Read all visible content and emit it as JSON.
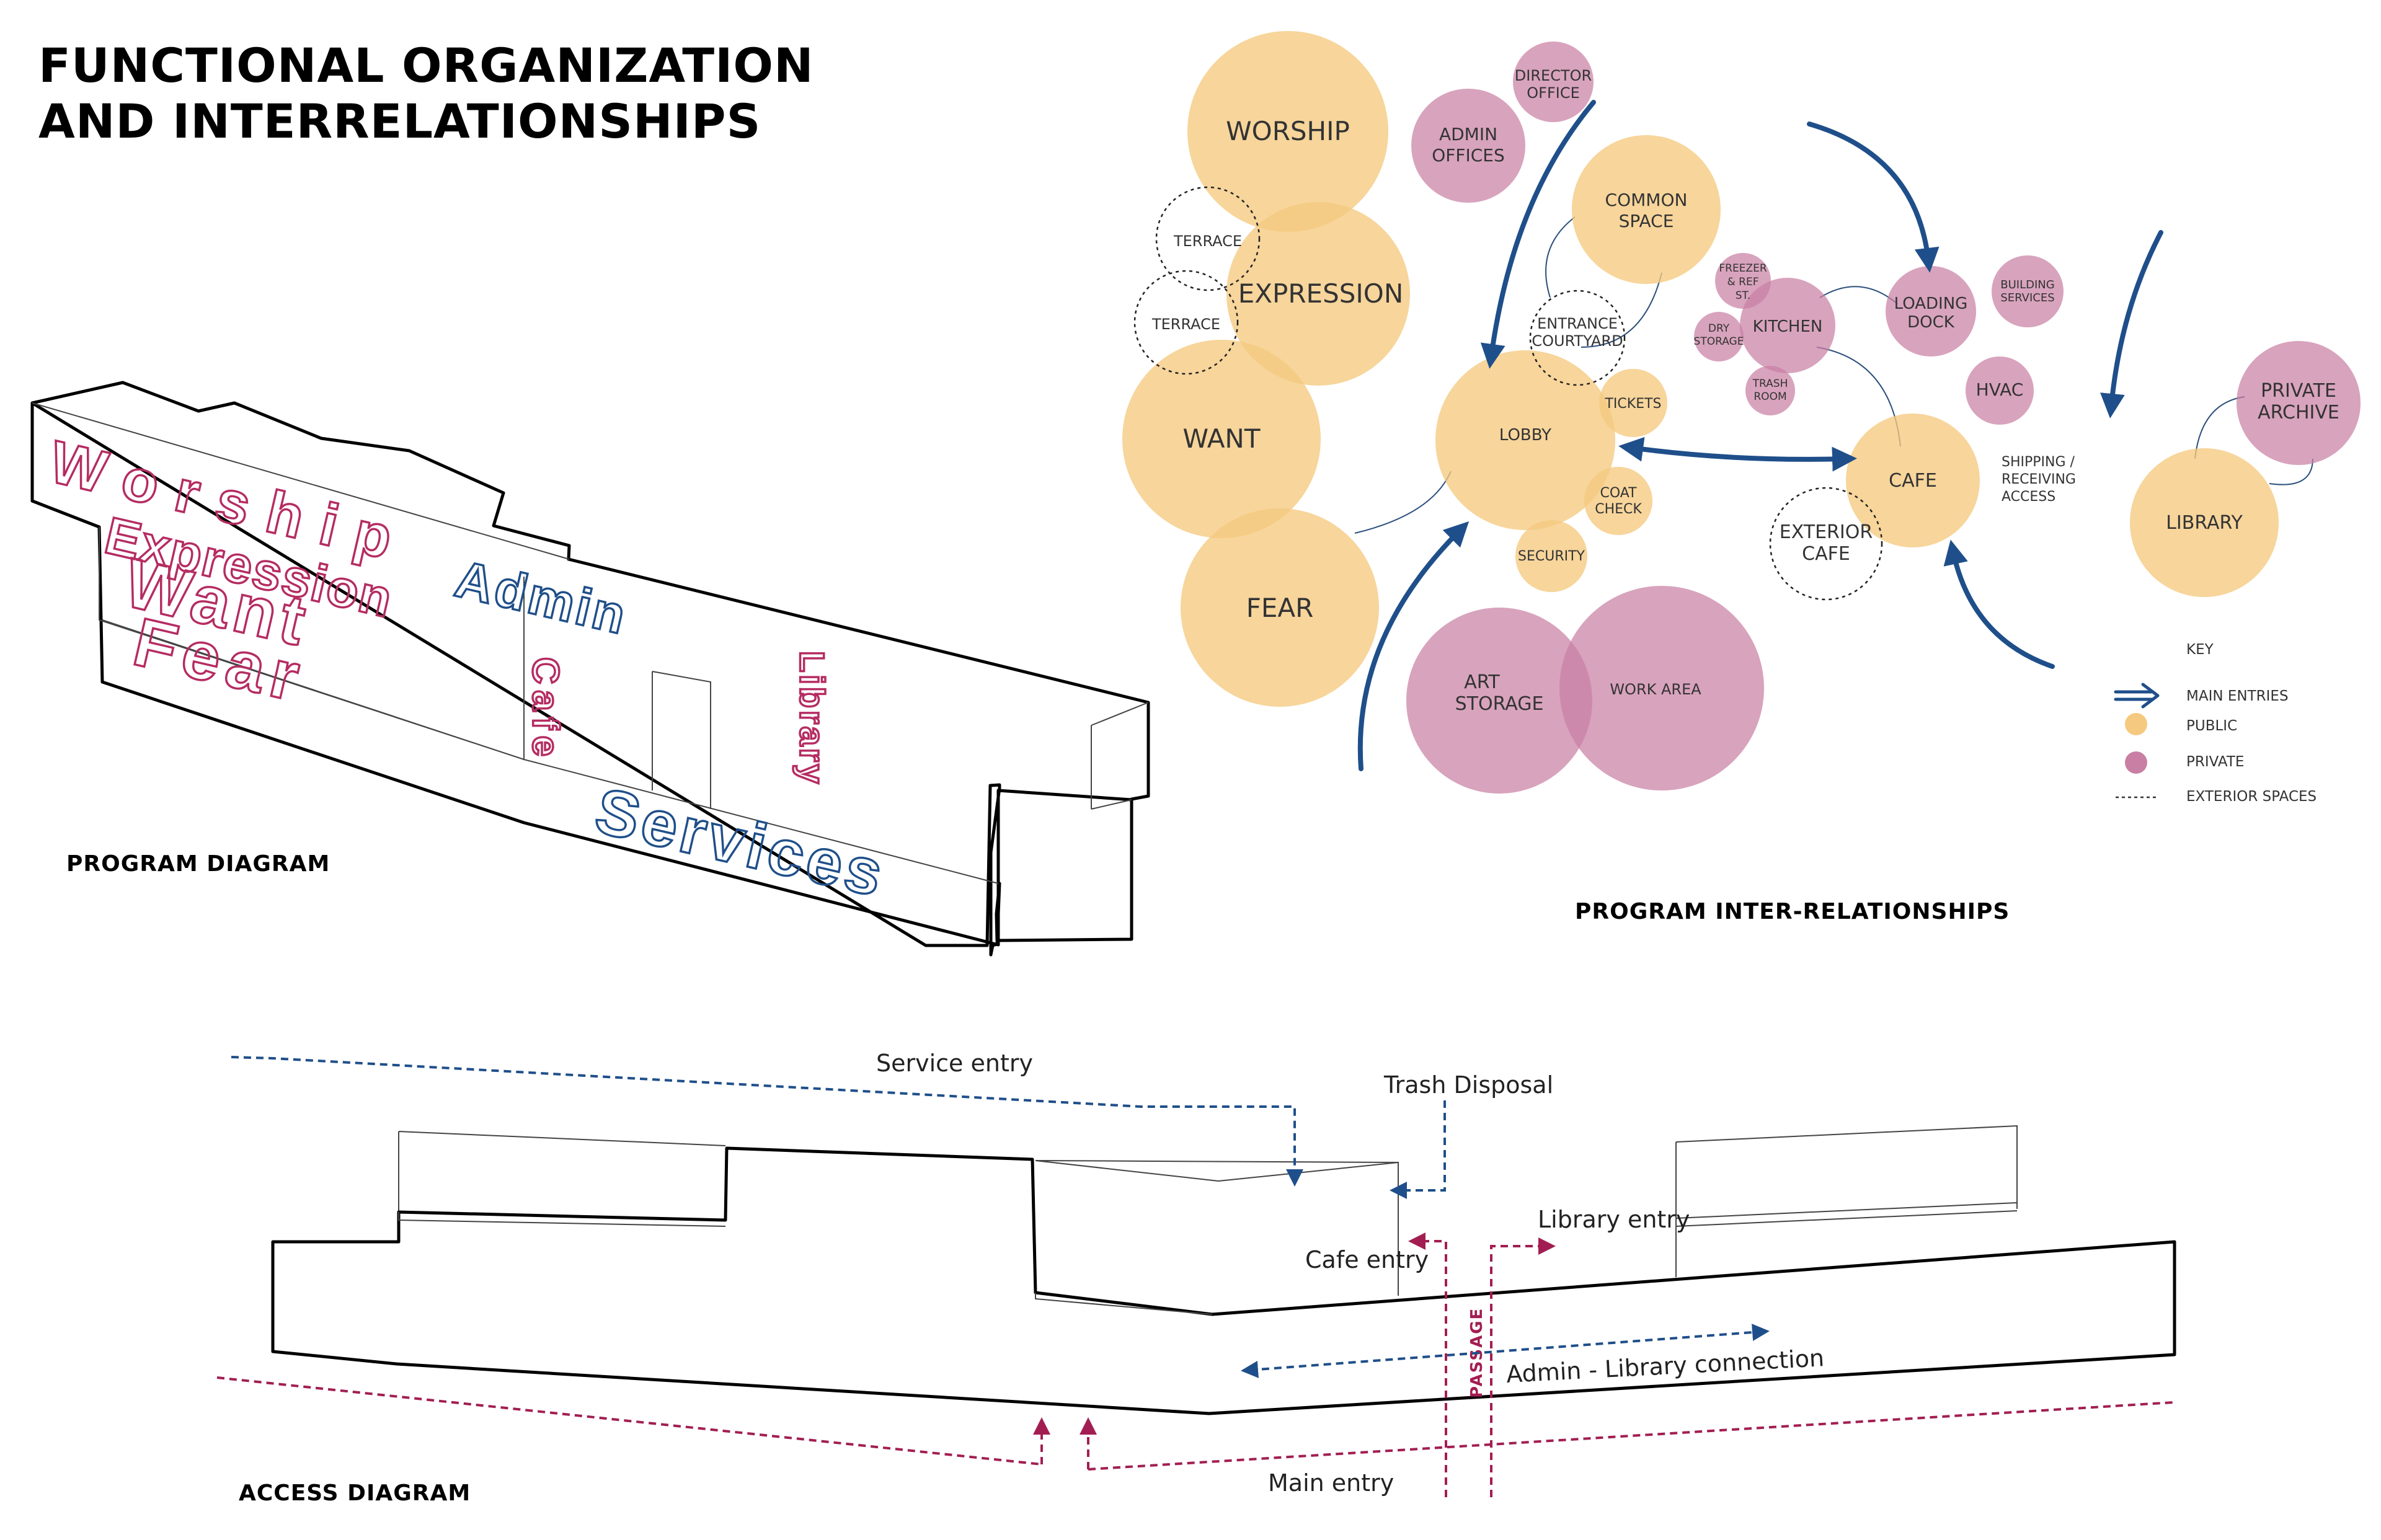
{
  "title": {
    "line1": "FUNCTIONAL ORGANIZATION",
    "line2": "AND INTERRELATIONSHIPS"
  },
  "sections": {
    "program_diagram": "PROGRAM DIAGRAM",
    "program_inter": "PROGRAM INTER-RELATIONSHIPS",
    "access_diagram": "ACCESS DIAGRAM"
  },
  "program_diagram": {
    "worship": "Worship",
    "expression": "Expression",
    "want": "Want",
    "fear": "Fear",
    "admin": "Admin",
    "cafe": "Cafe",
    "library": "Library",
    "services": "Services"
  },
  "bubbles": {
    "worship": "WORSHIP",
    "expression": "EXPRESSION",
    "want": "WANT",
    "fear": "FEAR",
    "terrace1": "TERRACE",
    "terrace2": "TERRACE",
    "director_office": [
      "DIRECTOR",
      "OFFICE"
    ],
    "admin_offices": [
      "ADMIN",
      "OFFICES"
    ],
    "common_space": [
      "COMMON",
      "SPACE"
    ],
    "entrance_courtyard": [
      "ENTRANCE",
      "COURTYARD"
    ],
    "lobby": "LOBBY",
    "tickets": "TICKETS",
    "coat_check": [
      "COAT",
      "CHECK"
    ],
    "security": "SECURITY",
    "art_storage": [
      "ART",
      "STORAGE"
    ],
    "work_area": "WORK AREA",
    "freezer": [
      "FREEZER",
      "& REF",
      "ST."
    ],
    "dry_storage": [
      "DRY",
      "STORAGE"
    ],
    "kitchen": "KITCHEN",
    "trash_room": [
      "TRASH",
      "ROOM"
    ],
    "loading_dock": [
      "LOADING",
      "DOCK"
    ],
    "building_services": [
      "BUILDING",
      "SERVICES"
    ],
    "hvac": "HVAC",
    "cafe": "CAFE",
    "exterior_cafe": [
      "EXTERIOR",
      "CAFE"
    ],
    "shipping": [
      "SHIPPING /",
      "RECEIVING",
      "ACCESS"
    ],
    "private_archive": [
      "PRIVATE",
      "ARCHIVE"
    ],
    "library": "LIBRARY"
  },
  "key": {
    "heading": "KEY",
    "main_entries": "MAIN ENTRIES",
    "public": "PUBLIC",
    "private": "PRIVATE",
    "exterior": "EXTERIOR SPACES"
  },
  "access": {
    "service_entry": "Service entry",
    "trash_disposal": "Trash Disposal",
    "cafe_entry": "Cafe entry",
    "library_entry": "Library entry",
    "passage": "PASSAGE",
    "admin_library": "Admin - Library connection",
    "main_entry": "Main entry"
  },
  "colors": {
    "public": "#f5c97f",
    "private": "#c97fa3",
    "entry_arrow": "#1f4f8a",
    "program_text": "#b52c62"
  }
}
